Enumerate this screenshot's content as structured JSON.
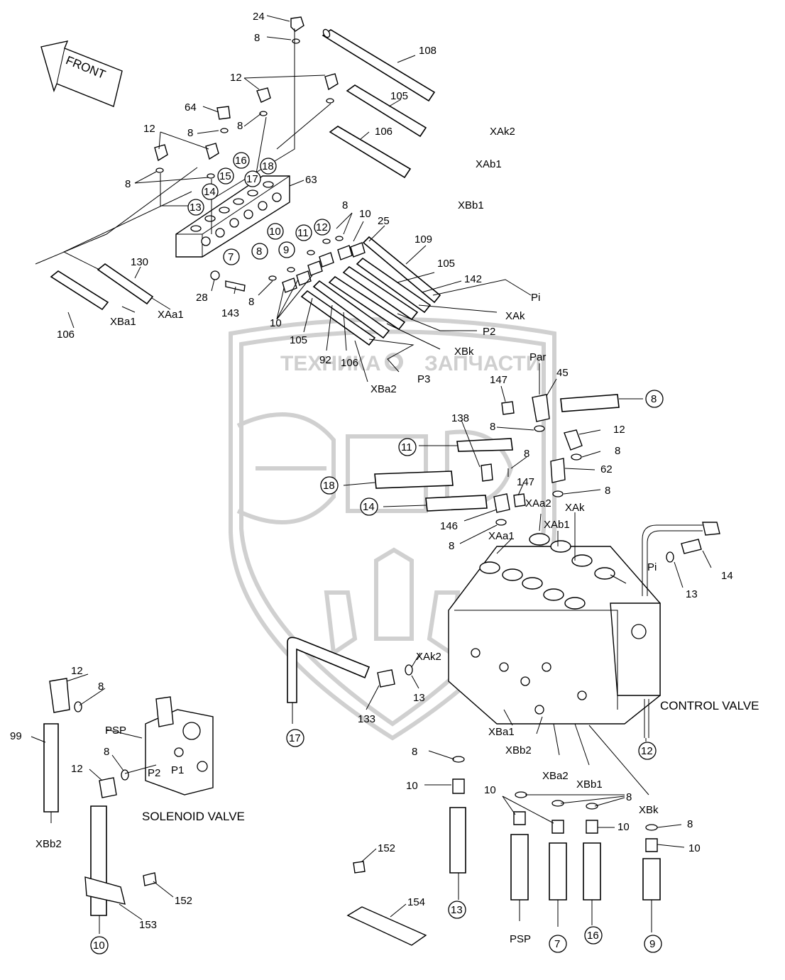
{
  "watermark": {
    "left": "ТЕХНИКА",
    "right": "ЗАПЧАСТИ"
  },
  "direction_arrow": "FRONT",
  "captions": {
    "control_valve": "CONTROL VALVE",
    "solenoid_valve": "SOLENOID VALVE"
  },
  "ports": {
    "xak2_top": "XAk2",
    "xab1_top": "XAb1",
    "xbb1_top": "XBb1",
    "xba1_left": "XBa1",
    "xaa1_left": "XAa1",
    "pi_top": "Pi",
    "xak_mid": "XAk",
    "p2_mid": "P2",
    "xbk_mid": "XBk",
    "p3": "P3",
    "xba2_mid": "XBa2",
    "par": "Par",
    "xaa2": "XAa2",
    "xak_cv": "XAk",
    "xab1_cv": "XAb1",
    "xaa1_cv": "XAa1",
    "pi_cv": "Pi",
    "xak2_cv": "XAk2",
    "xba1_bot": "XBa1",
    "xbb2_bot": "XBb2",
    "xba2_bot": "XBa2",
    "xbb1_bot": "XBb1",
    "xbk_bot": "XBk",
    "psp_sol": "PSP",
    "p2_sol": "P2",
    "p1_sol": "P1",
    "xbb2_sol": "XBb2",
    "psp_bottom": "PSP"
  },
  "part_numbers": {
    "n24": "24",
    "n8a": "8",
    "n108": "108",
    "n12a": "12",
    "n105a": "105",
    "n8b": "8",
    "n64": "64",
    "n8c": "8",
    "n106a": "106",
    "n12b": "12",
    "n8d": "8",
    "n63": "63",
    "n12c": "12",
    "n8e": "8",
    "n10a": "10",
    "n25": "25",
    "n109": "109",
    "n105b": "105",
    "n142": "142",
    "n28": "28",
    "n143": "143",
    "n8f": "8",
    "n10b": "10",
    "n105c": "105",
    "n92": "92",
    "n106b": "106",
    "n130": "130",
    "n106c": "106",
    "n147a": "147",
    "n45": "45",
    "n138": "138",
    "n8g": "8",
    "n12d": "12",
    "n8h": "8",
    "n8i": "8",
    "n62": "62",
    "n147b": "147",
    "n8j": "8",
    "n146": "146",
    "n8k": "8",
    "n14": "14",
    "n13a": "13",
    "n13b": "13",
    "n133": "133",
    "n12e": "12",
    "n8l": "8",
    "n99": "99",
    "n12f": "12",
    "n8m": "8",
    "n152a": "152",
    "n153": "153",
    "n8n": "8",
    "n10c": "10",
    "n10d": "10",
    "n8o": "8",
    "n10e": "10",
    "n8p": "8",
    "n10f": "10",
    "n152b": "152",
    "n154": "154"
  },
  "circled_refs": {
    "c13": "13",
    "c14": "14",
    "c15": "15",
    "c16": "16",
    "c17": "17",
    "c18": "18",
    "c10": "10",
    "c11": "11",
    "c12": "12",
    "c8": "8",
    "c9": "9",
    "c7": "7",
    "r8": "8",
    "r11": "11",
    "r18": "18",
    "r14": "14",
    "r17": "17",
    "r12": "12",
    "r13": "13",
    "r7": "7",
    "r16": "16",
    "r9": "9",
    "r10": "10"
  }
}
